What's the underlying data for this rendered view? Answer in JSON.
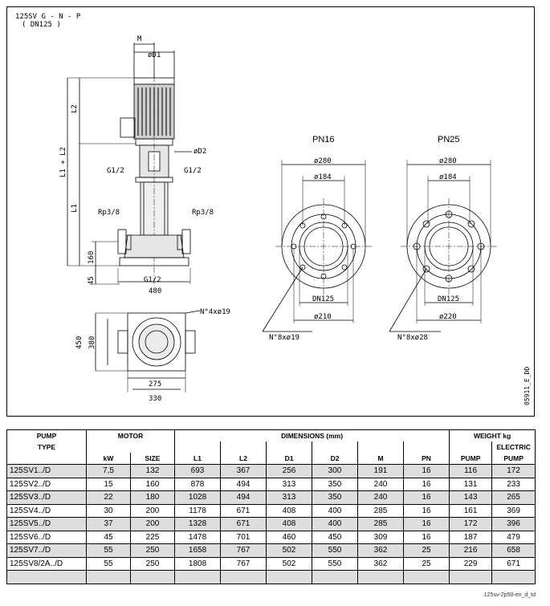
{
  "drawing": {
    "title_line1": "125SV G - N - P",
    "title_line2": "( DN125 )",
    "side_view": {
      "dim_M": "M",
      "dim_D1": "øD1",
      "dim_D2": "øD2",
      "dim_L2": "L2",
      "dim_L1_L2": "L1 + L2",
      "dim_L1": "L1",
      "dim_160": "160",
      "dim_45": "45",
      "dim_480": "480",
      "port_g12_left": "G1/2",
      "port_g12_right": "G1/2",
      "port_rp38_left": "Rp3/8",
      "port_rp38_right": "Rp3/8",
      "port_g12_bottom": "G1/2"
    },
    "top_view": {
      "bolts": "N°4xø19",
      "dim_450": "450",
      "dim_380": "380",
      "dim_275": "275",
      "dim_330": "330"
    },
    "flange_pn16": {
      "title": "PN16",
      "dia_outer": "ø280",
      "dia_bolt": "ø184",
      "dn": "DN125",
      "dia_pitch": "ø210",
      "holes": "N°8xø19"
    },
    "flange_pn25": {
      "title": "PN25",
      "dia_outer": "ø280",
      "dia_bolt": "ø184",
      "dn": "DN125",
      "dia_pitch": "ø220",
      "holes": "N°8xø28"
    },
    "drawing_code": "05911_E_DD"
  },
  "table": {
    "header": {
      "pump": "PUMP",
      "type": "TYPE",
      "motor": "MOTOR",
      "dimensions": "DIMENSIONS (mm)",
      "weight": "WEIGHT  kg",
      "electric": "ELECTRIC",
      "kw": "kW",
      "size": "SIZE",
      "l1": "L1",
      "l2": "L2",
      "d1": "D1",
      "d2": "D2",
      "m": "M",
      "pn": "PN",
      "w_pump": "PUMP",
      "w_electric_pump": "PUMP"
    },
    "rows": [
      [
        "125SV1../D",
        "7,5",
        "132",
        "693",
        "367",
        "256",
        "300",
        "191",
        "16",
        "116",
        "172"
      ],
      [
        "125SV2../D",
        "15",
        "160",
        "878",
        "494",
        "313",
        "350",
        "240",
        "16",
        "131",
        "233"
      ],
      [
        "125SV3../D",
        "22",
        "180",
        "1028",
        "494",
        "313",
        "350",
        "240",
        "16",
        "143",
        "265"
      ],
      [
        "125SV4../D",
        "30",
        "200",
        "1178",
        "671",
        "408",
        "400",
        "285",
        "16",
        "161",
        "369"
      ],
      [
        "125SV5../D",
        "37",
        "200",
        "1328",
        "671",
        "408",
        "400",
        "285",
        "16",
        "172",
        "396"
      ],
      [
        "125SV6../D",
        "45",
        "225",
        "1478",
        "701",
        "460",
        "450",
        "309",
        "16",
        "187",
        "479"
      ],
      [
        "125SV7../D",
        "55",
        "250",
        "1658",
        "767",
        "502",
        "550",
        "362",
        "25",
        "216",
        "658"
      ],
      [
        "125SV8/2A../D",
        "55",
        "250",
        "1808",
        "767",
        "502",
        "550",
        "362",
        "25",
        "229",
        "671"
      ]
    ]
  },
  "caption": "125sv-2p50-en_d_td"
}
